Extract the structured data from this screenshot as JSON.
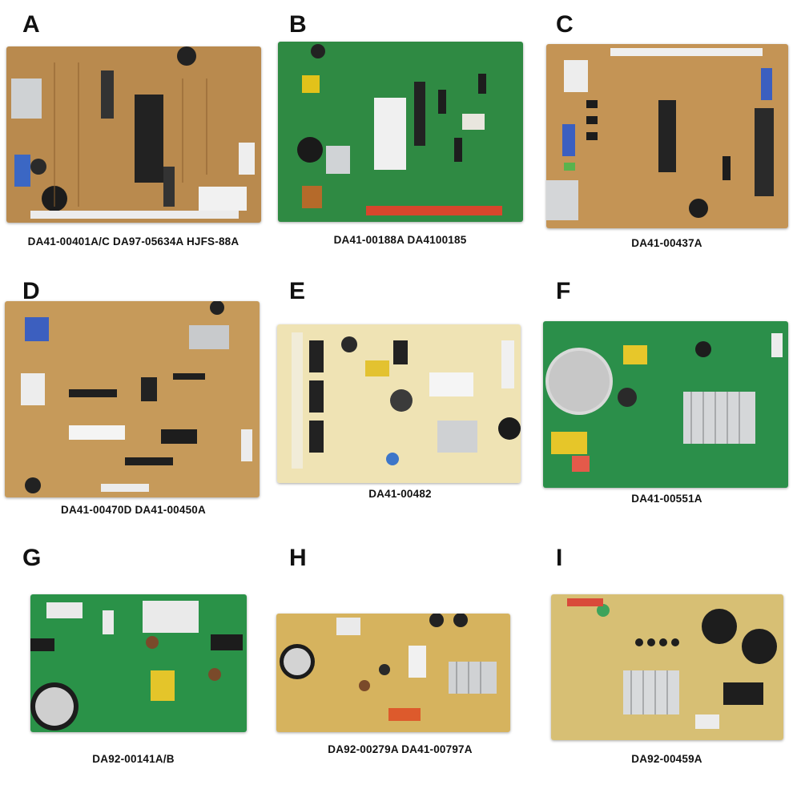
{
  "panels": [
    {
      "letter": "A",
      "caption": "DA41-00401A/C DA97-05634A HJFS-88A",
      "color": "#b98a4e"
    },
    {
      "letter": "B",
      "caption": "DA41-00188A DA4100185",
      "color": "#2f8a43"
    },
    {
      "letter": "C",
      "caption": "DA41-00437A",
      "color": "#c49455"
    },
    {
      "letter": "D",
      "caption": "DA41-00470D DA41-00450A",
      "color": "#c69a5a"
    },
    {
      "letter": "E",
      "caption": "DA41-00482",
      "color": "#efe3b4"
    },
    {
      "letter": "F",
      "caption": "DA41-00551A",
      "color": "#2b8f4a"
    },
    {
      "letter": "G",
      "caption": "DA92-00141A/B",
      "color": "#2a9248"
    },
    {
      "letter": "H",
      "caption": "DA92-00279A DA41-00797A",
      "color": "#d6b35e"
    },
    {
      "letter": "I",
      "caption": "DA92-00459A",
      "color": "#d7bf74"
    }
  ]
}
